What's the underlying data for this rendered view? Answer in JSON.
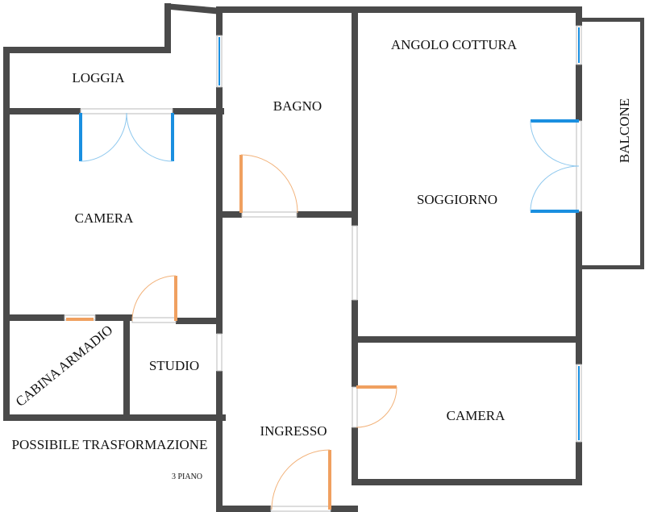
{
  "rooms": {
    "loggia": "LOGGIA",
    "bagno": "BAGNO",
    "angolo_cottura": "ANGOLO COTTURA",
    "balcone": "BALCONE",
    "camera_left": "CAMERA",
    "soggiorno": "SOGGIORNO",
    "cabina_armadio": "CABINA ARMADIO",
    "studio": "STUDIO",
    "ingresso": "INGRESSO",
    "camera_right": "CAMERA"
  },
  "notes": {
    "transformation": "POSSIBILE TRASFORMAZIONE",
    "floor": "3 PIANO"
  },
  "colors": {
    "wall": "#4a4a4a",
    "door_orange": "#f0a060",
    "door_blue": "#1a8fe0"
  }
}
